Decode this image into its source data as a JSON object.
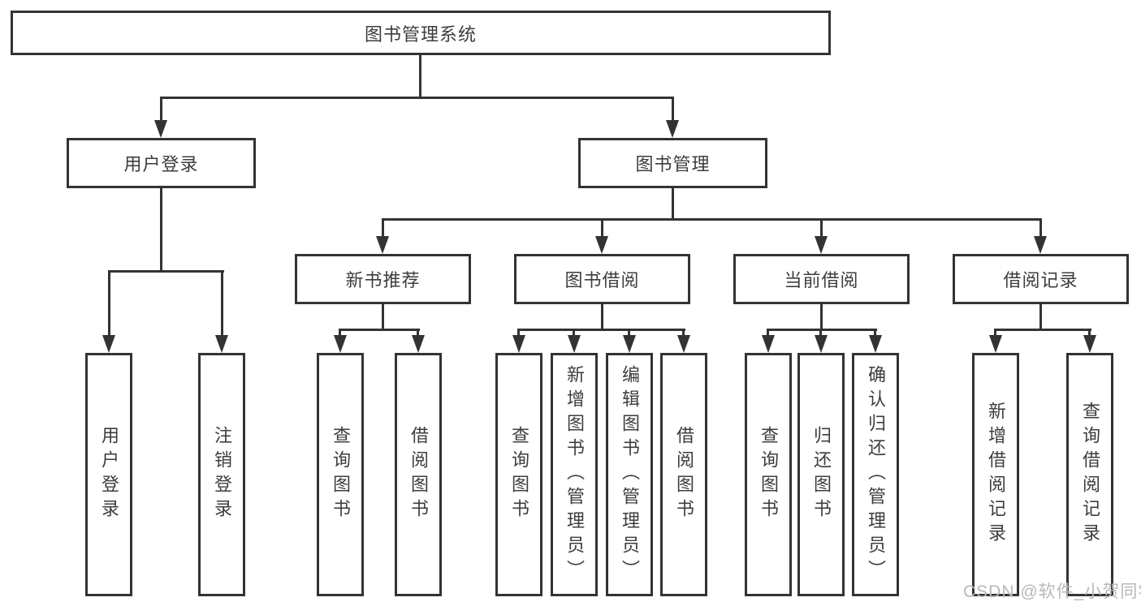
{
  "tree": {
    "root": {
      "label": "图书管理系统"
    },
    "branches": [
      {
        "label": "用户登录",
        "children": [
          {
            "label": "用户登录"
          },
          {
            "label": "注销登录"
          }
        ]
      },
      {
        "label": "图书管理",
        "children": [
          {
            "label": "新书推荐",
            "children": [
              {
                "label": "查询图书"
              },
              {
                "label": "借阅图书"
              }
            ]
          },
          {
            "label": "图书借阅",
            "children": [
              {
                "label": "查询图书"
              },
              {
                "label": "新增图书（管理员）"
              },
              {
                "label": "编辑图书（管理员）"
              },
              {
                "label": "借阅图书"
              }
            ]
          },
          {
            "label": "当前借阅",
            "children": [
              {
                "label": "查询图书"
              },
              {
                "label": "归还图书"
              },
              {
                "label": "确认归还（管理员）"
              }
            ]
          },
          {
            "label": "借阅记录",
            "children": [
              {
                "label": "新增借阅记录"
              },
              {
                "label": "查询借阅记录"
              }
            ]
          }
        ]
      }
    ]
  },
  "watermark": {
    "text": "CSDN @软件_小贺同学",
    "color": "#b8b8b8"
  },
  "colors": {
    "stroke": "#333333",
    "text": "#3d3d3d",
    "background": "#ffffff"
  }
}
